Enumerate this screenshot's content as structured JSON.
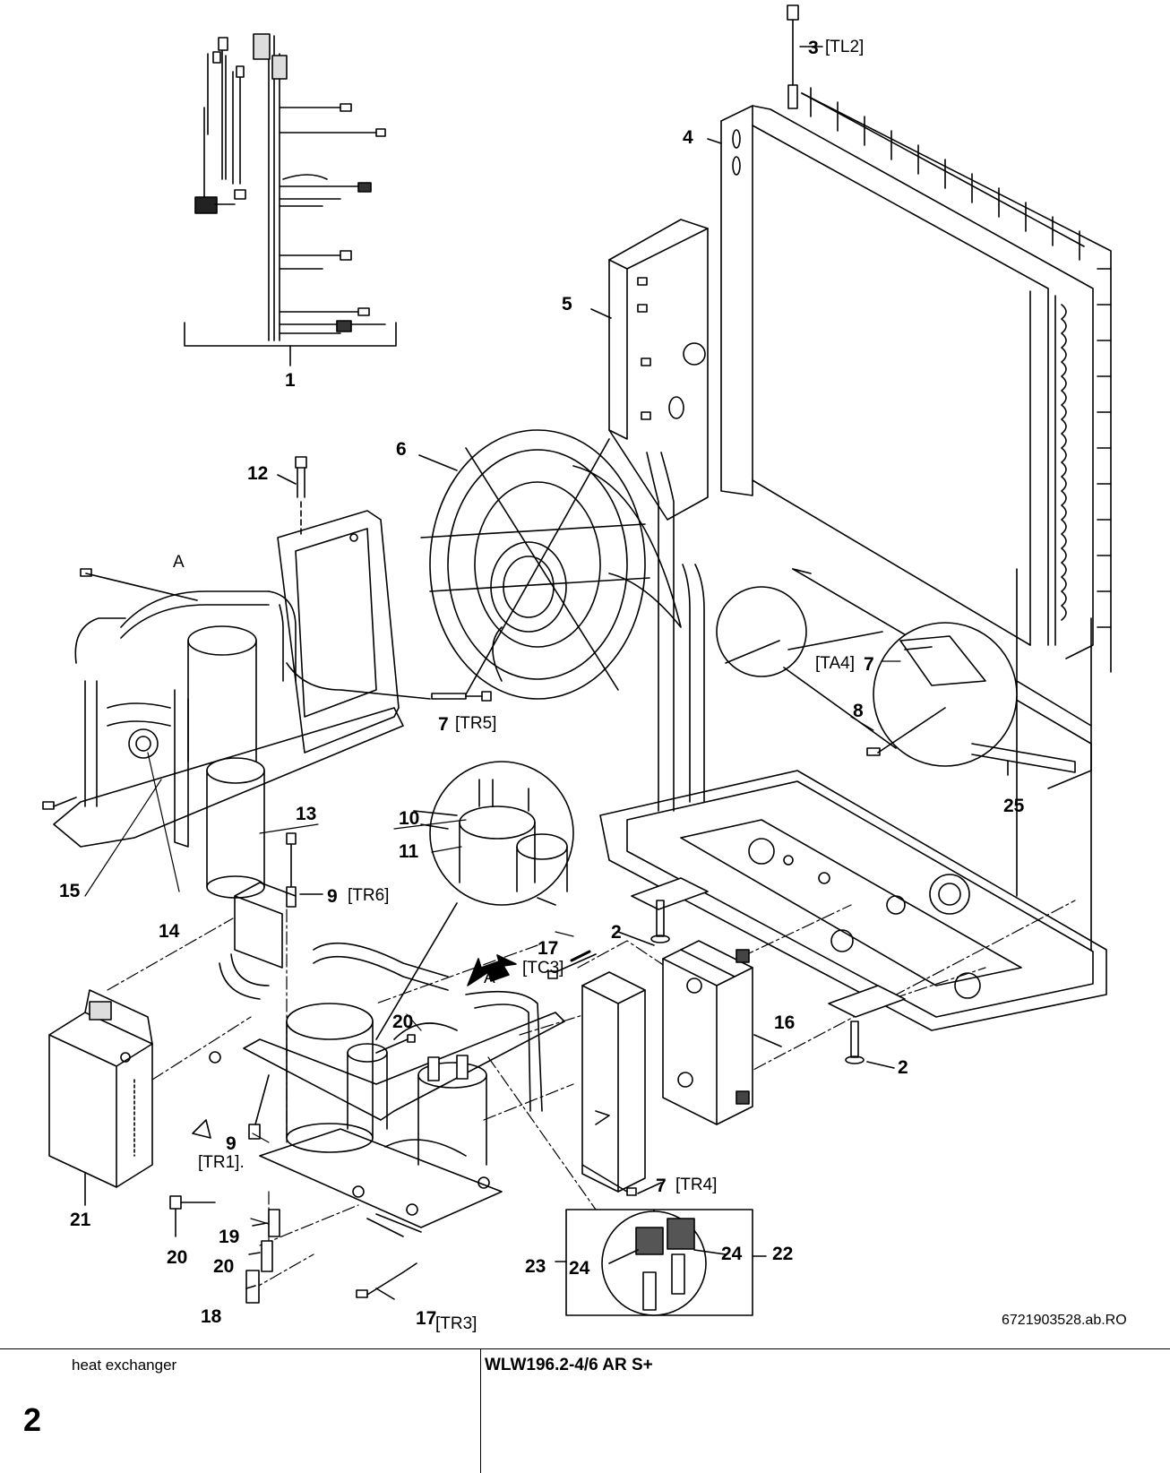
{
  "drawing": {
    "callouts": {
      "c1": "1",
      "c2a": "2",
      "c2b": "2",
      "c3": "3",
      "c4": "4",
      "c5": "5",
      "c6": "6",
      "c7tr5": "7",
      "c7ta4": "7",
      "c7tr4": "7",
      "c8": "8",
      "c9a": "9",
      "c9b": "9",
      "c10": "10",
      "c11": "11",
      "c12": "12",
      "c13": "13",
      "c14": "14",
      "c15": "15",
      "c16": "16",
      "c17a": "17",
      "c17b": "17",
      "c18": "18",
      "c19": "19",
      "c20a": "20",
      "c20b": "20",
      "c20c": "20",
      "c21": "21",
      "c22": "22",
      "c23": "23",
      "c24a": "24",
      "c24b": "24",
      "c25": "25"
    },
    "sensor_tags": {
      "tl2": "[TL2]",
      "tr5": "[TR5]",
      "ta4": "[TA4]",
      "tr6": "[TR6]",
      "tc3": "[TC3]",
      "tr1": "[TR1].",
      "tr4": "[TR4]",
      "tr3": "[TR3]"
    },
    "view_marker": "A",
    "view_marker_arrow": "A",
    "reference_code": "6721903528.ab.RO"
  },
  "footer": {
    "caption": "heat exchanger",
    "model": "WLW196.2-4/6 AR S+",
    "page_number": "2"
  },
  "colors": {
    "ink": "#000000",
    "fill": "#ffffff",
    "shade": "#d9d9d9"
  }
}
